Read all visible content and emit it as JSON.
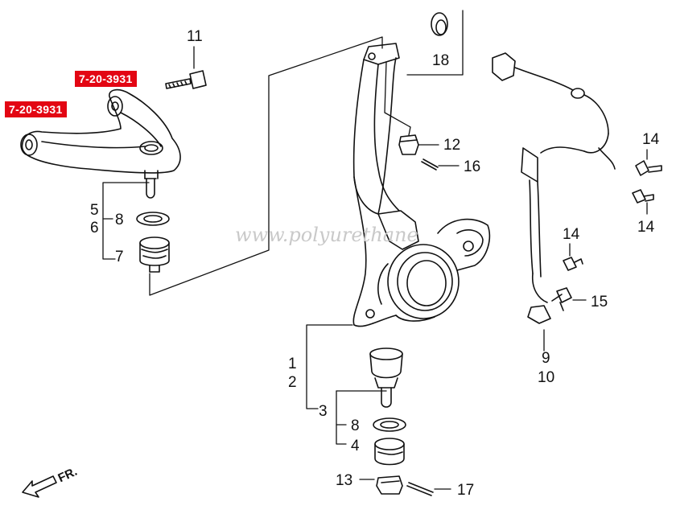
{
  "diagram": {
    "watermark": "www.polyurethane",
    "direction_label": "FR.",
    "part_tags": [
      "7-20-3931",
      "7-20-3931"
    ],
    "callouts": {
      "n1": "1",
      "n2": "2",
      "n3": "3",
      "n4": "4",
      "n5": "5",
      "n6": "6",
      "n7": "7",
      "n8_upper": "8",
      "n8_lower": "8",
      "n9": "9",
      "n10": "10",
      "n11": "11",
      "n12": "12",
      "n13": "13",
      "n14_a": "14",
      "n14_b": "14",
      "n14_c": "14",
      "n15": "15",
      "n16": "16",
      "n17": "17",
      "n18": "18"
    }
  }
}
